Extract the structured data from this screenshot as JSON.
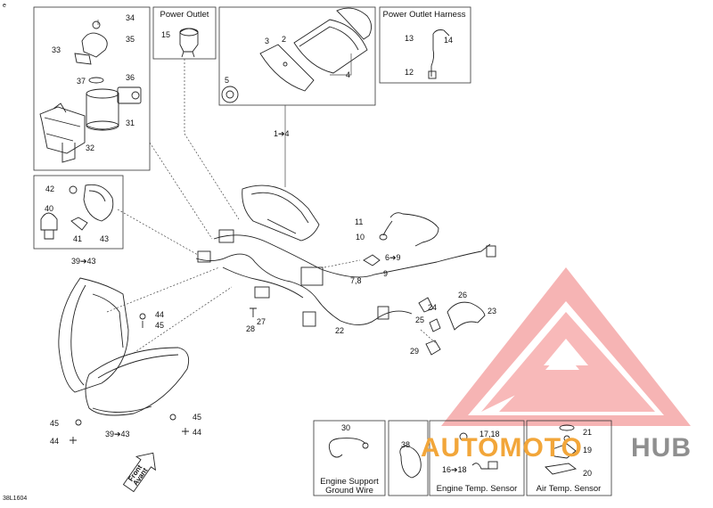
{
  "doc_code": "38L1604",
  "page_mark": "e",
  "watermark": {
    "brand_left": "AUTOMOTO",
    "brand_right": "HUB",
    "accent_color": "#f2a63a",
    "logo_color": "#f06a6a"
  },
  "boxes": {
    "power_outlet": "Power Outlet",
    "power_outlet_harness": "Power Outlet Harness",
    "engine_support_ground_wire": [
      "Engine Support",
      "Ground Wire"
    ],
    "engine_temp_sensor": "Engine Temp. Sensor",
    "air_temp_sensor": "Air Temp. Sensor"
  },
  "front_arrow": [
    "Front",
    "Avant"
  ],
  "callouts": {
    "c34": "34",
    "c35": "35",
    "c33": "33",
    "c37": "37",
    "c36": "36",
    "c31": "31",
    "c32": "32",
    "c15": "15",
    "c3": "3",
    "c2": "2",
    "c5": "5",
    "c4": "4",
    "c13": "13",
    "c14": "14",
    "c12": "12",
    "c1to4": "1➔4",
    "c42": "42",
    "c40": "40",
    "c41": "41",
    "c43": "43",
    "c39to43a": "39➔43",
    "c11": "11",
    "c10": "10",
    "c6to9": "6➔9",
    "c78": "7,8",
    "c9": "9",
    "c44a": "44",
    "c45a": "45",
    "c27": "27",
    "c28": "28",
    "c22": "22",
    "c26": "26",
    "c24": "24",
    "c23": "23",
    "c25": "25",
    "c29": "29",
    "c45b": "45",
    "c44b": "44",
    "c39to43b": "39➔43",
    "c45c": "45",
    "c44c": "44",
    "c30": "30",
    "c38": "38",
    "c1718": "17,18",
    "c16to18": "16➔18",
    "c21": "21",
    "c19": "19",
    "c20": "20"
  }
}
